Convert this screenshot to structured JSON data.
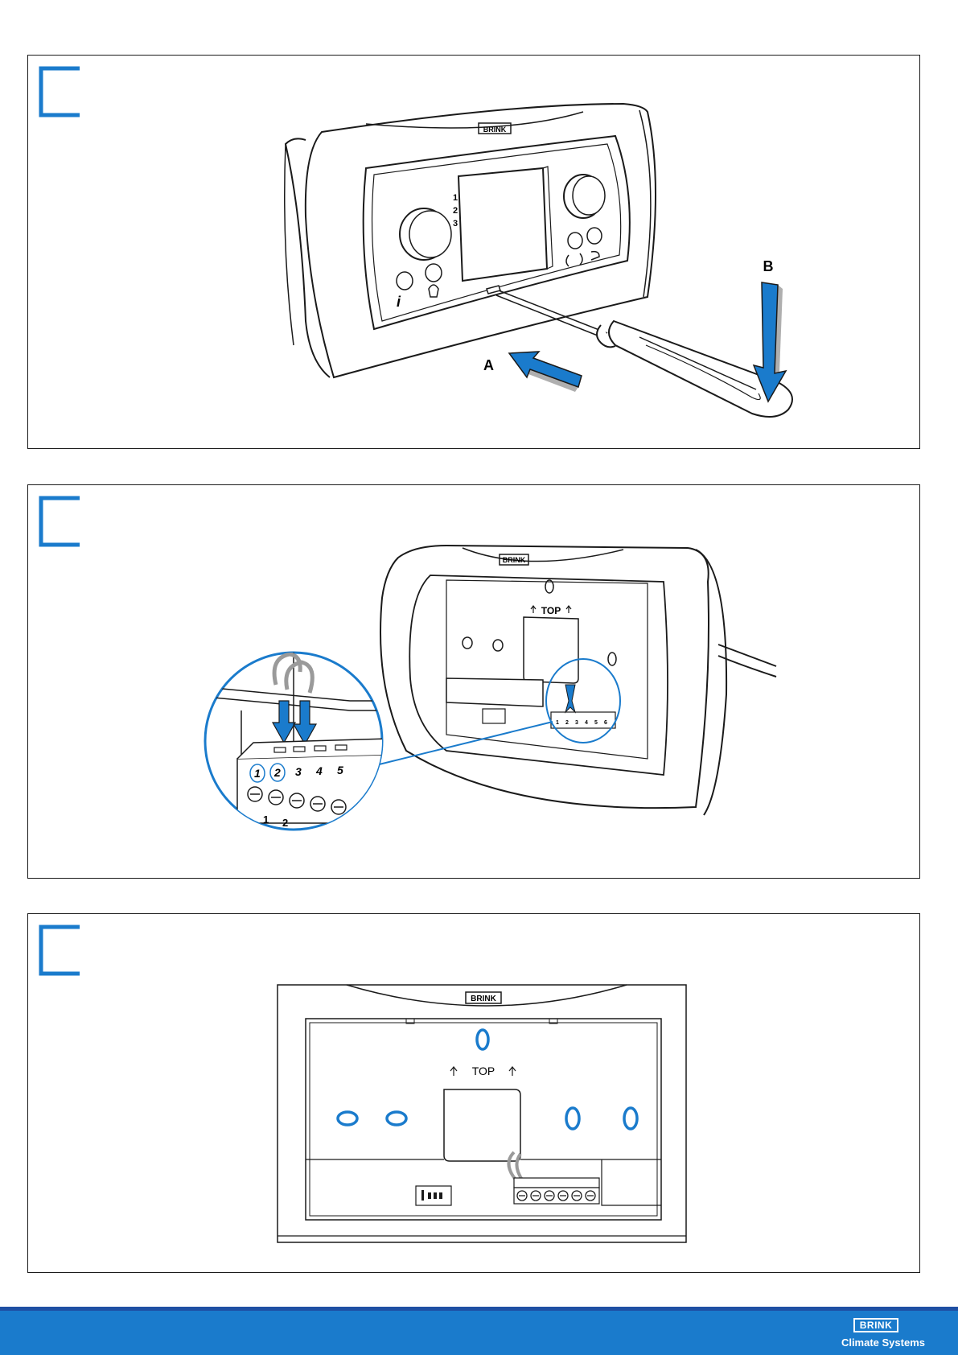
{
  "panels": [
    {
      "labels": {
        "a": "A",
        "b": "B"
      },
      "device_logo": "BRINK",
      "speed_numbers": [
        "1",
        "2",
        "3"
      ],
      "info_glyph": "i"
    },
    {
      "device_logo": "BRINK",
      "top_marking": "TOP",
      "terminal_numbers": [
        "1",
        "2",
        "3",
        "4",
        "5"
      ],
      "zoom_numbers": [
        "1",
        "2"
      ],
      "small_terminal_numbers": [
        "1",
        "2",
        "3",
        "4",
        "5",
        "6"
      ]
    },
    {
      "device_logo": "BRINK",
      "top_marking": "TOP"
    }
  ],
  "footer": {
    "logo": "BRINK",
    "tagline": "Climate Systems"
  },
  "colors": {
    "accent_blue": "#1a7bcc",
    "footer_blue": "#1a7bcc",
    "footer_stripe": "#1e4fa3",
    "line": "#1a1a1a"
  },
  "icons": [
    "step-bracket-icon",
    "arrow-a-icon",
    "arrow-b-icon",
    "screwdriver-icon",
    "zoom-circle-icon"
  ]
}
